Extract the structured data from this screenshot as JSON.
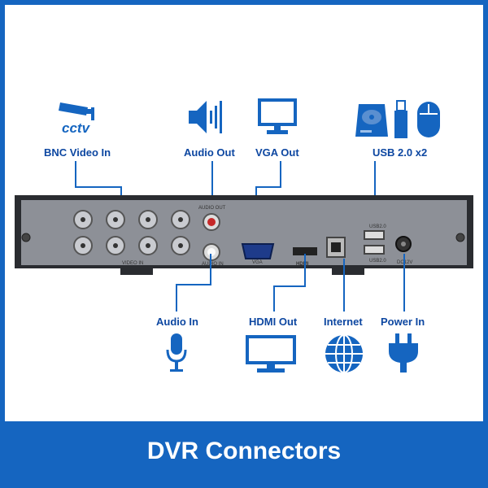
{
  "labels": {
    "bnc_video_in": "BNC Video In",
    "audio_out": "Audio Out",
    "vga_out": "VGA Out",
    "usb": "USB 2.0 x2",
    "audio_in": "Audio In",
    "hdmi_out": "HDMI Out",
    "internet": "Internet",
    "power_in": "Power In"
  },
  "cctv_text": "cctv",
  "panel": {
    "audio_out": "AUDIO OUT",
    "audio_in": "AUDIO IN",
    "video_in": "VIDEO IN",
    "vga": "VGA",
    "hdmi": "HDMI",
    "usb_top": "USB2.0",
    "usb_bottom": "USB2.0",
    "power": "DC12V"
  },
  "footer": {
    "title": "DVR Connectors"
  },
  "colors": {
    "accent": "#1565c0",
    "label": "#0d47a1",
    "device": "#8d9097"
  },
  "icons": [
    "cctv-camera-icon",
    "speaker-icon",
    "monitor-icon",
    "hard-drive-icon",
    "usb-stick-icon",
    "mouse-icon",
    "microphone-icon",
    "globe-icon",
    "power-plug-icon"
  ]
}
